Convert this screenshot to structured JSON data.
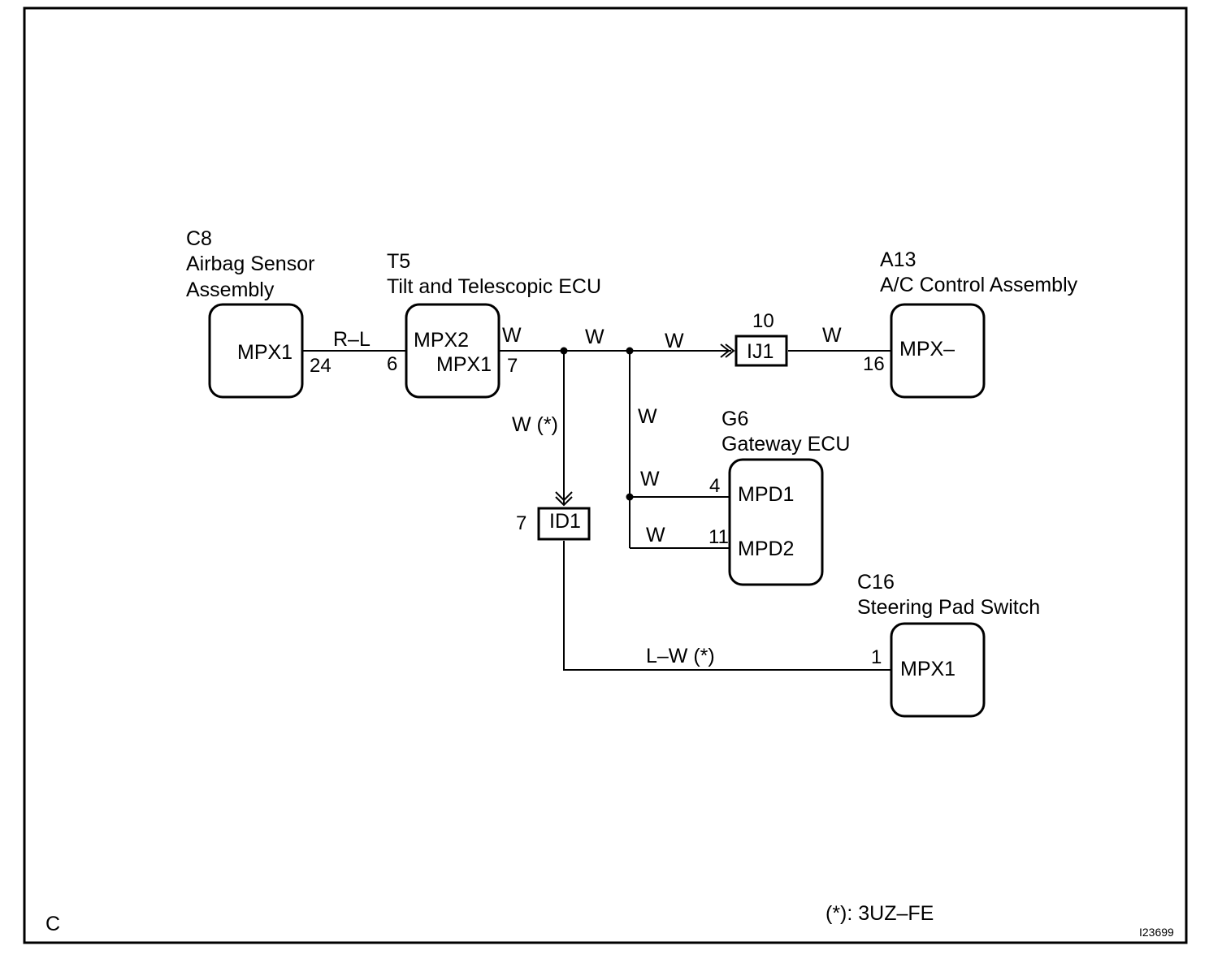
{
  "corner_label": "C",
  "figure_id": "I23699",
  "footnote": "(*): 3UZ–FE",
  "components": {
    "c8": {
      "code": "C8",
      "name_line1": "Airbag Sensor",
      "name_line2": "Assembly",
      "terminal": "MPX1",
      "pin": "24"
    },
    "t5": {
      "code": "T5",
      "name": "Tilt and Telescopic ECU",
      "terminal_in": "MPX2",
      "pin_in": "6",
      "terminal_out": "MPX1",
      "pin_out": "7"
    },
    "a13": {
      "code": "A13",
      "name": "A/C Control Assembly",
      "terminal": "MPX–",
      "pin": "16"
    },
    "g6": {
      "code": "G6",
      "name": "Gateway ECU",
      "terminal1": "MPD1",
      "pin1": "4",
      "terminal2": "MPD2",
      "pin2": "11"
    },
    "c16": {
      "code": "C16",
      "name": "Steering Pad Switch",
      "terminal": "MPX1",
      "pin": "1"
    }
  },
  "connectors": {
    "ij1": {
      "name": "IJ1",
      "pin": "10"
    },
    "id1": {
      "name": "ID1",
      "pin": "7"
    }
  },
  "wires": {
    "c8_t5": "R–L",
    "t5_out": "W",
    "seg_mid": "W",
    "to_ij1": "W",
    "ij1_a13": "W",
    "down_id1": "W (*)",
    "vert_g6": "W",
    "to_mpd1": "W",
    "to_mpd2": "W",
    "id1_c16": "L–W (*)"
  }
}
